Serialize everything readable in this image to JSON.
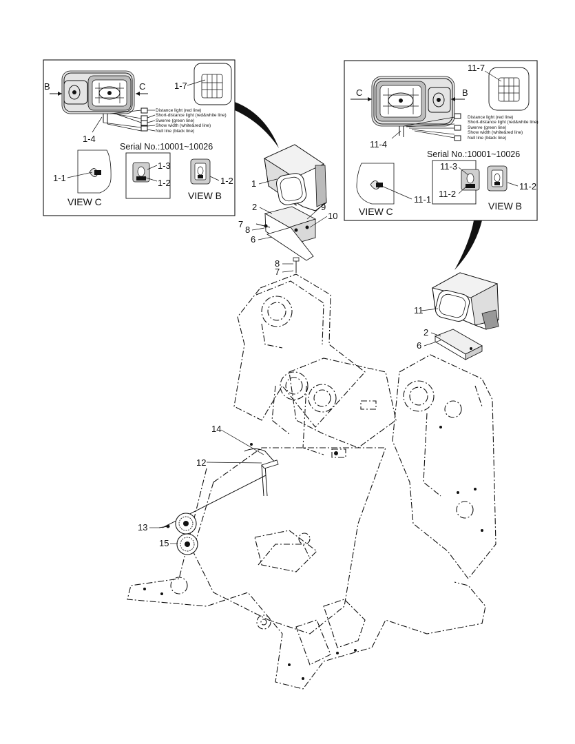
{
  "left_inset": {
    "arrow_b": "B",
    "arrow_c": "C",
    "part_1_7": "1-7",
    "part_1_4": "1-4",
    "wires": [
      "Distance light (red line)",
      "Short-distance light (red&white line)",
      "Swerve (green line)",
      "Show width (white&red line)",
      "Null line (black line)"
    ],
    "serial": "Serial No.:10001~10026",
    "part_1_1": "1-1",
    "part_1_3": "1-3",
    "part_1_2a": "1-2",
    "part_1_2b": "1-2",
    "view_c": "VIEW C",
    "view_b": "VIEW B"
  },
  "right_inset": {
    "part_11_7": "11-7",
    "arrow_c": "C",
    "arrow_b": "B",
    "part_11_4": "11-4",
    "wires": [
      "Distance light (red line)",
      "Short-distance light (red&white line)",
      "Swerve (green line)",
      "Show width (white&red line)",
      "Null line (black line)"
    ],
    "serial": "Serial No.:10001~10026",
    "part_11_3": "11-3",
    "part_11_1": "11-1",
    "part_11_2a": "11-2",
    "part_11_2b": "11-2",
    "view_c": "VIEW C",
    "view_b": "VIEW B"
  },
  "callouts": {
    "c1": "1",
    "c2": "2",
    "c9": "9",
    "c10": "10",
    "c7a": "7",
    "c8a": "8",
    "c6a": "6",
    "c8b": "8",
    "c7b": "7",
    "c11": "11",
    "c2b": "2",
    "c6b": "6",
    "c14": "14",
    "c12": "12",
    "c13": "13",
    "c15": "15"
  }
}
